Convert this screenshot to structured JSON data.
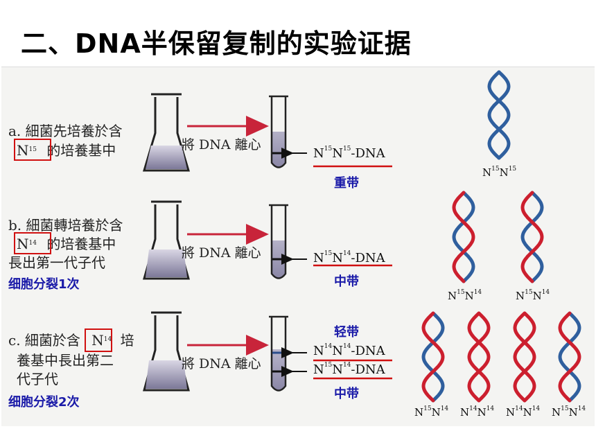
{
  "title": "二、DNA半保留复制的实验证据",
  "row_a": {
    "prefix": "a. 細菌先培養於含",
    "n_base": "N",
    "n_sup": "15",
    "after": "的培養基中",
    "arrow_label": "將 DNA 離心",
    "band_label": {
      "a": "N",
      "as": "15",
      "b": "N",
      "bs": "15",
      "suffix": "-DNA"
    },
    "band_name": "重带"
  },
  "row_b": {
    "prefix": "b. 細菌轉培養於含",
    "n_base": "N",
    "n_sup": "14",
    "after": "的培養基中",
    "line2": "長出第一代子代",
    "blue": "细胞分裂1次",
    "arrow_label": "將 DNA 離心",
    "band_label": {
      "a": "N",
      "as": "15",
      "b": "N",
      "bs": "14",
      "suffix": "-DNA"
    },
    "band_name": "中带"
  },
  "row_c": {
    "prefix": "c. 細菌於含",
    "n_base": "N",
    "n_sup": "14",
    "after": "培",
    "line2": "養基中長出第二",
    "line3": "代子代",
    "blue": "细胞分裂2次",
    "arrow_label": "將 DNA 離心",
    "light_band_name": "轻带",
    "band1_label": {
      "a": "N",
      "as": "14",
      "b": "N",
      "bs": "14",
      "suffix": "-DNA"
    },
    "band2_label": {
      "a": "N",
      "as": "15",
      "b": "N",
      "bs": "14",
      "suffix": "-DNA"
    },
    "band2_name": "中带"
  },
  "dna_labels": {
    "gen0": {
      "a": "N",
      "as": "15",
      "b": "N",
      "bs": "15"
    },
    "gen1": [
      {
        "a": "N",
        "as": "15",
        "b": "N",
        "bs": "14"
      },
      {
        "a": "N",
        "as": "15",
        "b": "N",
        "bs": "14"
      }
    ],
    "gen2": [
      {
        "a": "N",
        "as": "15",
        "b": "N",
        "bs": "14"
      },
      {
        "a": "N",
        "as": "14",
        "b": "N",
        "bs": "14"
      },
      {
        "a": "N",
        "as": "14",
        "b": "N",
        "bs": "14"
      },
      {
        "a": "N",
        "as": "15",
        "b": "N",
        "bs": "14"
      }
    ]
  },
  "colors": {
    "heavy_strand": "#2f5f9e",
    "light_strand": "#cc1f2e",
    "highlight": "#d01010",
    "blue_text": "#1a1aa8"
  }
}
